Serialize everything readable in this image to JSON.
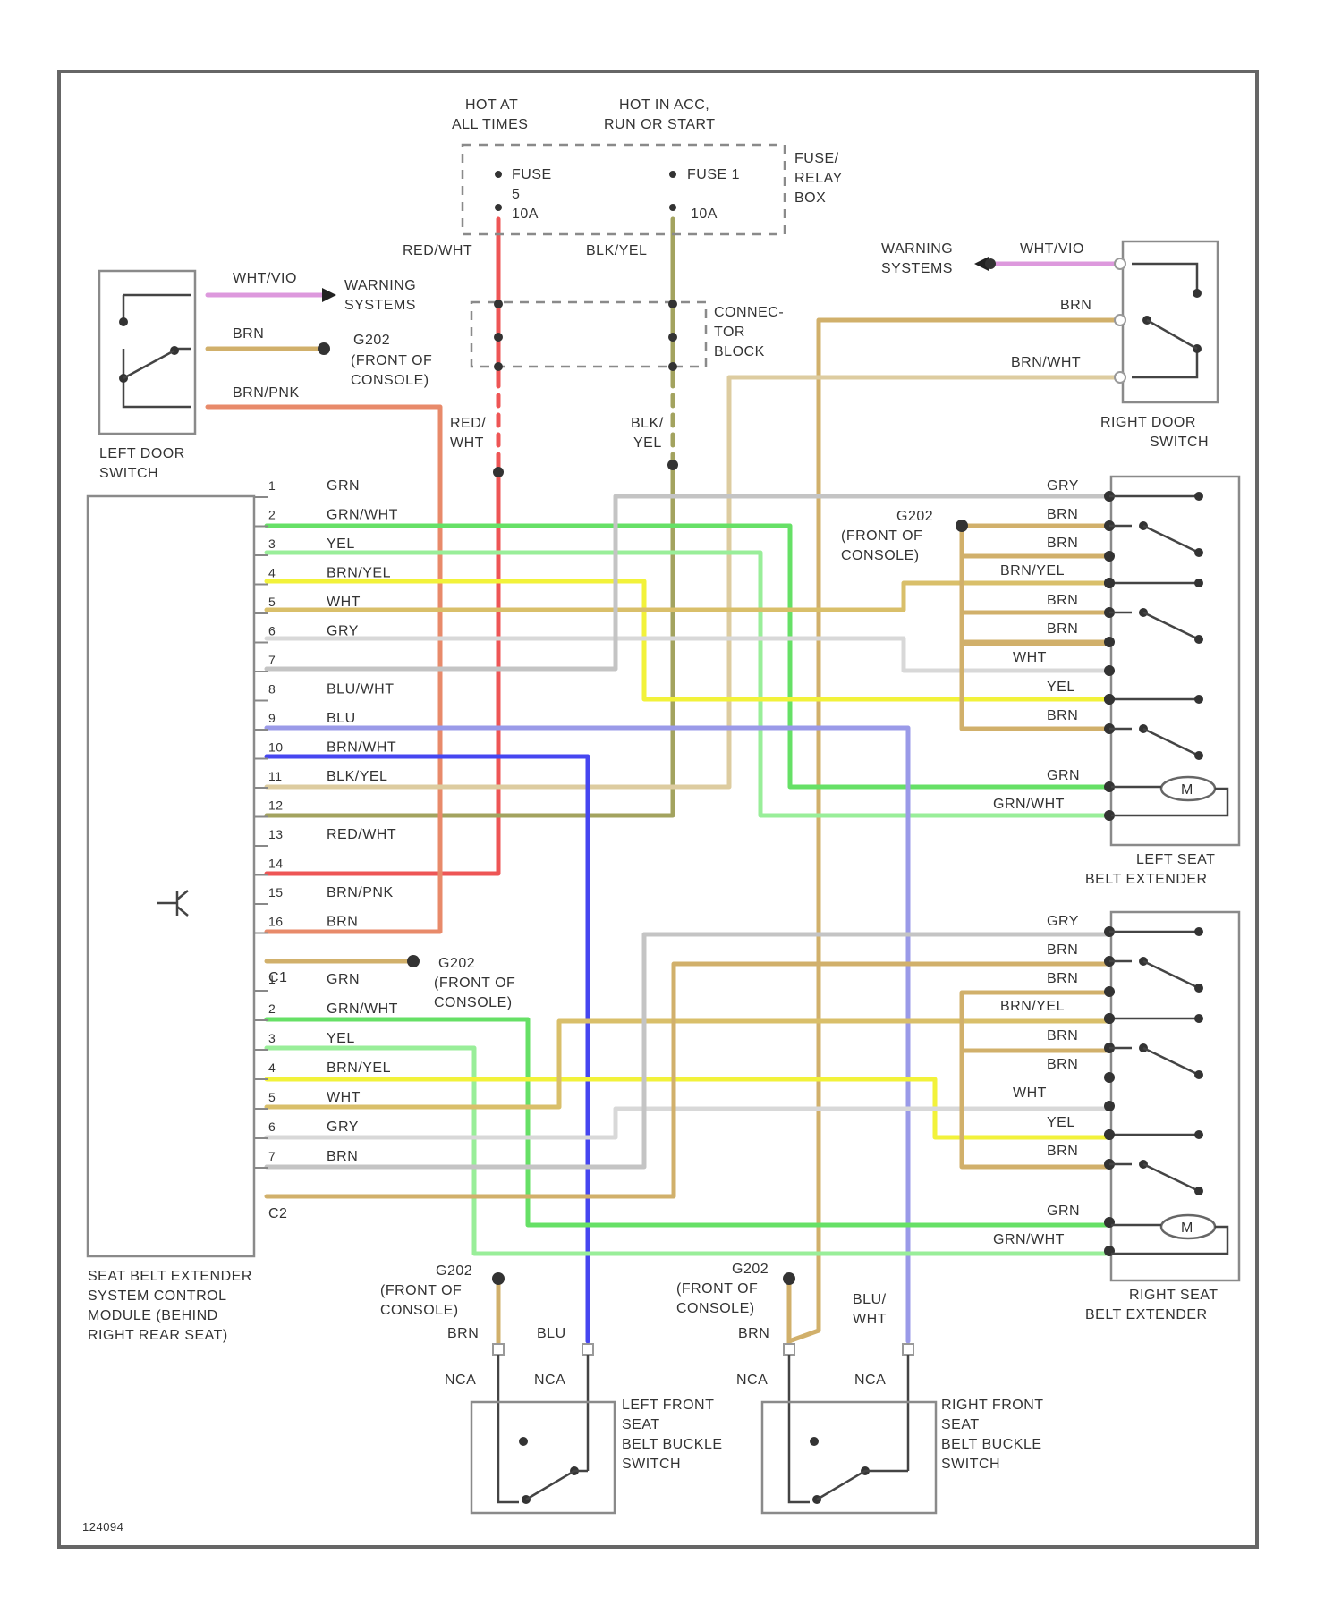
{
  "colors": {
    "red_wht": "#ee5555",
    "blk_yel": "#a3a35f",
    "brn": "#d1b06b",
    "brn_wht": "#ddcca0",
    "brn_pnk": "#e88a6a",
    "wht_vio": "#dd99dd",
    "grn": "#66e066",
    "grn_wht": "#99ee99",
    "yel": "#f2f23a",
    "brn_yel": "#d9bf6a",
    "wht": "#d8d8d8",
    "gry": "#c4c4c4",
    "blu": "#4646f0",
    "blu_wht": "#9a9ae8"
  },
  "fuse_box": {
    "hot_at_all_times_1": "HOT AT",
    "hot_at_all_times_2": "ALL TIMES",
    "hot_in_acc_1": "HOT IN ACC,",
    "hot_in_acc_2": "RUN OR START",
    "fuse_left_1": "FUSE",
    "fuse_left_2": "5",
    "fuse_left_3": "10A",
    "fuse_right_1": "FUSE 1",
    "fuse_right_2": "10A",
    "label_1": "FUSE/",
    "label_2": "RELAY",
    "label_3": "BOX"
  },
  "connector_block": {
    "label_1": "CONNEC-",
    "label_2": "TOR",
    "label_3": "BLOCK"
  },
  "wire_labels": {
    "red_wht": "RED/WHT",
    "blk_yel": "BLK/YEL",
    "red": "RED/",
    "wht_under_red": "WHT",
    "blk": "BLK/",
    "yel_under_blk": "YEL",
    "wht_vio": "WHT/VIO",
    "brn": "BRN",
    "brn_pnk": "BRN/PNK",
    "brn_wht": "BRN/WHT"
  },
  "left_door_switch": {
    "label_1": "LEFT DOOR",
    "label_2": "SWITCH",
    "warning_1": "WARNING",
    "warning_2": "SYSTEMS",
    "ground": "G202",
    "ground_loc_1": "(FRONT OF",
    "ground_loc_2": "CONSOLE)"
  },
  "right_door_switch": {
    "label_1": "RIGHT DOOR",
    "label_2": "SWITCH",
    "warning_1": "WARNING",
    "warning_2": "SYSTEMS"
  },
  "control_module": {
    "label_1": "SEAT BELT EXTENDER",
    "label_2": "SYSTEM CONTROL",
    "label_3": "MODULE (BEHIND",
    "label_4": "RIGHT REAR SEAT)",
    "connector_c1": "C1",
    "connector_c2": "C2",
    "c1_pins": [
      {
        "n": "1",
        "w": "GRN"
      },
      {
        "n": "2",
        "w": "GRN/WHT"
      },
      {
        "n": "3",
        "w": "YEL"
      },
      {
        "n": "4",
        "w": "BRN/YEL"
      },
      {
        "n": "5",
        "w": "WHT"
      },
      {
        "n": "6",
        "w": "GRY"
      },
      {
        "n": "7",
        "w": ""
      },
      {
        "n": "8",
        "w": "BLU/WHT"
      },
      {
        "n": "9",
        "w": "BLU"
      },
      {
        "n": "10",
        "w": "BRN/WHT"
      },
      {
        "n": "11",
        "w": "BLK/YEL"
      },
      {
        "n": "12",
        "w": ""
      },
      {
        "n": "13",
        "w": "RED/WHT"
      },
      {
        "n": "14",
        "w": ""
      },
      {
        "n": "15",
        "w": "BRN/PNK"
      },
      {
        "n": "16",
        "w": "BRN"
      }
    ],
    "c2_pins": [
      {
        "n": "1",
        "w": "GRN"
      },
      {
        "n": "2",
        "w": "GRN/WHT"
      },
      {
        "n": "3",
        "w": "YEL"
      },
      {
        "n": "4",
        "w": "BRN/YEL"
      },
      {
        "n": "5",
        "w": "WHT"
      },
      {
        "n": "6",
        "w": "GRY"
      },
      {
        "n": "7",
        "w": "BRN"
      }
    ],
    "ground": "G202",
    "ground_loc_1": "(FRONT OF",
    "ground_loc_2": "CONSOLE)"
  },
  "left_extender": {
    "label_1": "LEFT SEAT",
    "label_2": "BELT EXTENDER",
    "ground": "G202",
    "ground_loc_1": "(FRONT OF",
    "ground_loc_2": "CONSOLE)",
    "wires": [
      "GRY",
      "BRN",
      "BRN",
      "BRN/YEL",
      "BRN",
      "BRN",
      "WHT",
      "YEL",
      "BRN",
      "GRN",
      "GRN/WHT"
    ],
    "motor": "M"
  },
  "right_extender": {
    "label_1": "RIGHT SEAT",
    "label_2": "BELT EXTENDER",
    "wires": [
      "GRY",
      "BRN",
      "BRN",
      "BRN/YEL",
      "BRN",
      "BRN",
      "WHT",
      "YEL",
      "BRN",
      "GRN",
      "GRN/WHT"
    ],
    "motor": "M"
  },
  "left_buckle": {
    "label_1": "LEFT FRONT",
    "label_2": "SEAT",
    "label_3": "BELT BUCKLE",
    "label_4": "SWITCH",
    "ground": "G202",
    "ground_loc_1": "(FRONT OF",
    "ground_loc_2": "CONSOLE)",
    "wire_a": "BRN",
    "wire_b": "BLU",
    "nca_a": "NCA",
    "nca_b": "NCA"
  },
  "right_buckle": {
    "label_1": "RIGHT FRONT",
    "label_2": "SEAT",
    "label_3": "BELT BUCKLE",
    "label_4": "SWITCH",
    "ground": "G202",
    "ground_loc_1": "(FRONT OF",
    "ground_loc_2": "CONSOLE)",
    "wire_a": "BRN",
    "wire_b_1": "BLU/",
    "wire_b_2": "WHT",
    "nca_a": "NCA",
    "nca_b": "NCA"
  },
  "footer_code": "124094"
}
